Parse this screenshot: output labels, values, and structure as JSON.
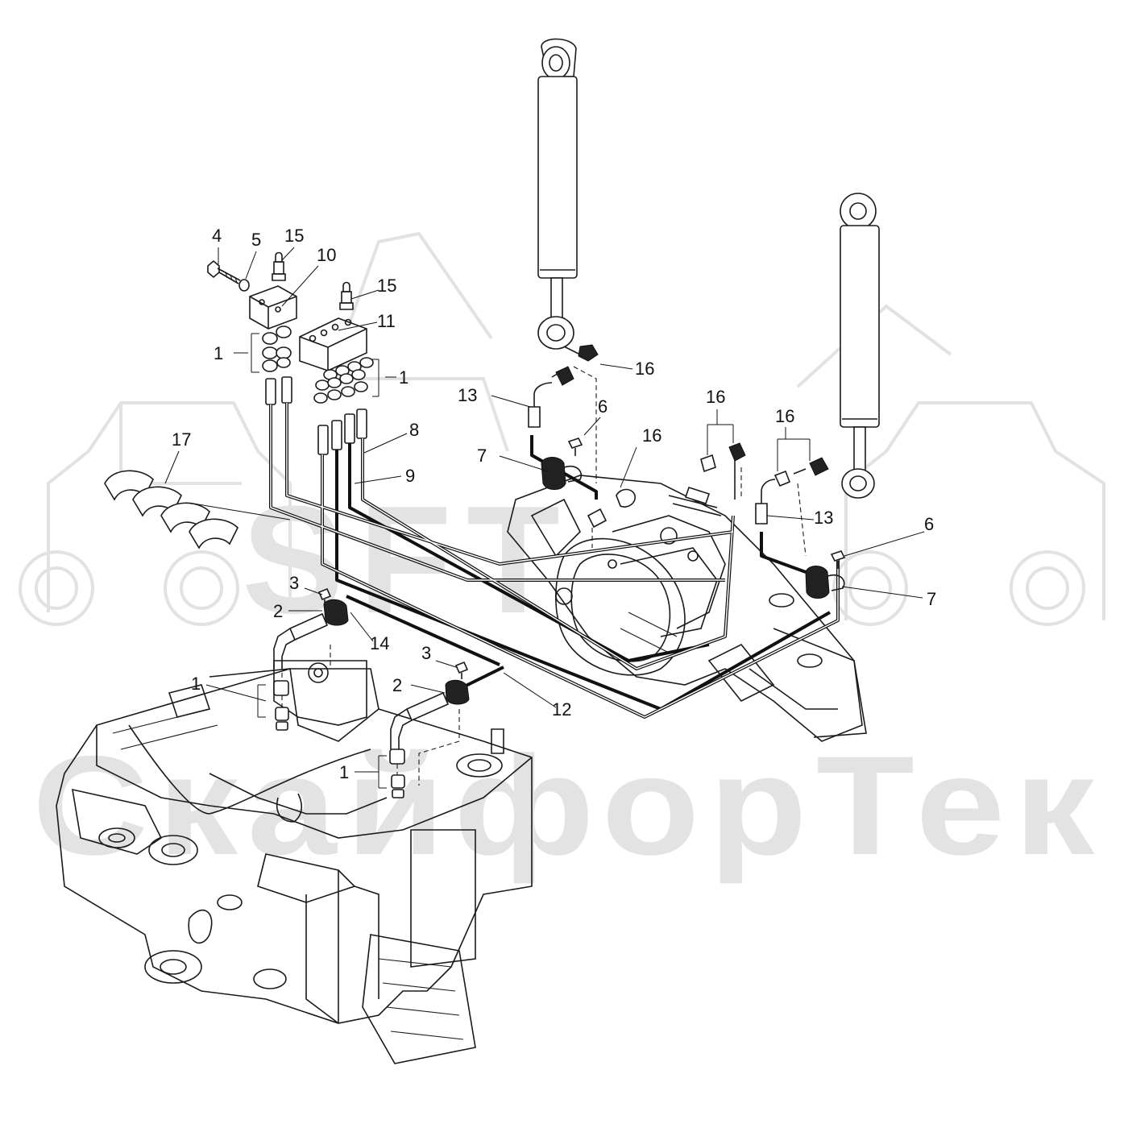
{
  "watermark": {
    "text": "СкайфорТек",
    "logo_letters": "SFT",
    "color": "#e3e3e3"
  },
  "callouts": [
    {
      "id": "c4",
      "label": "4"
    },
    {
      "id": "c5",
      "label": "5"
    },
    {
      "id": "c15a",
      "label": "15"
    },
    {
      "id": "c10",
      "label": "10"
    },
    {
      "id": "c15b",
      "label": "15"
    },
    {
      "id": "c11",
      "label": "11"
    },
    {
      "id": "c1a",
      "label": "1"
    },
    {
      "id": "c1b",
      "label": "1"
    },
    {
      "id": "c8",
      "label": "8"
    },
    {
      "id": "c9",
      "label": "9"
    },
    {
      "id": "c17",
      "label": "17"
    },
    {
      "id": "c16a",
      "label": "16"
    },
    {
      "id": "c13a",
      "label": "13"
    },
    {
      "id": "c6a",
      "label": "6"
    },
    {
      "id": "c7a",
      "label": "7"
    },
    {
      "id": "c16b",
      "label": "16"
    },
    {
      "id": "c16c",
      "label": "16"
    },
    {
      "id": "c16d",
      "label": "16"
    },
    {
      "id": "c13b",
      "label": "13"
    },
    {
      "id": "c6b",
      "label": "6"
    },
    {
      "id": "c7b",
      "label": "7"
    },
    {
      "id": "c3a",
      "label": "3"
    },
    {
      "id": "c2a",
      "label": "2"
    },
    {
      "id": "c14",
      "label": "14"
    },
    {
      "id": "c3b",
      "label": "3"
    },
    {
      "id": "c2b",
      "label": "2"
    },
    {
      "id": "c12",
      "label": "12"
    },
    {
      "id": "c1c",
      "label": "1"
    },
    {
      "id": "c1d",
      "label": "1"
    }
  ]
}
